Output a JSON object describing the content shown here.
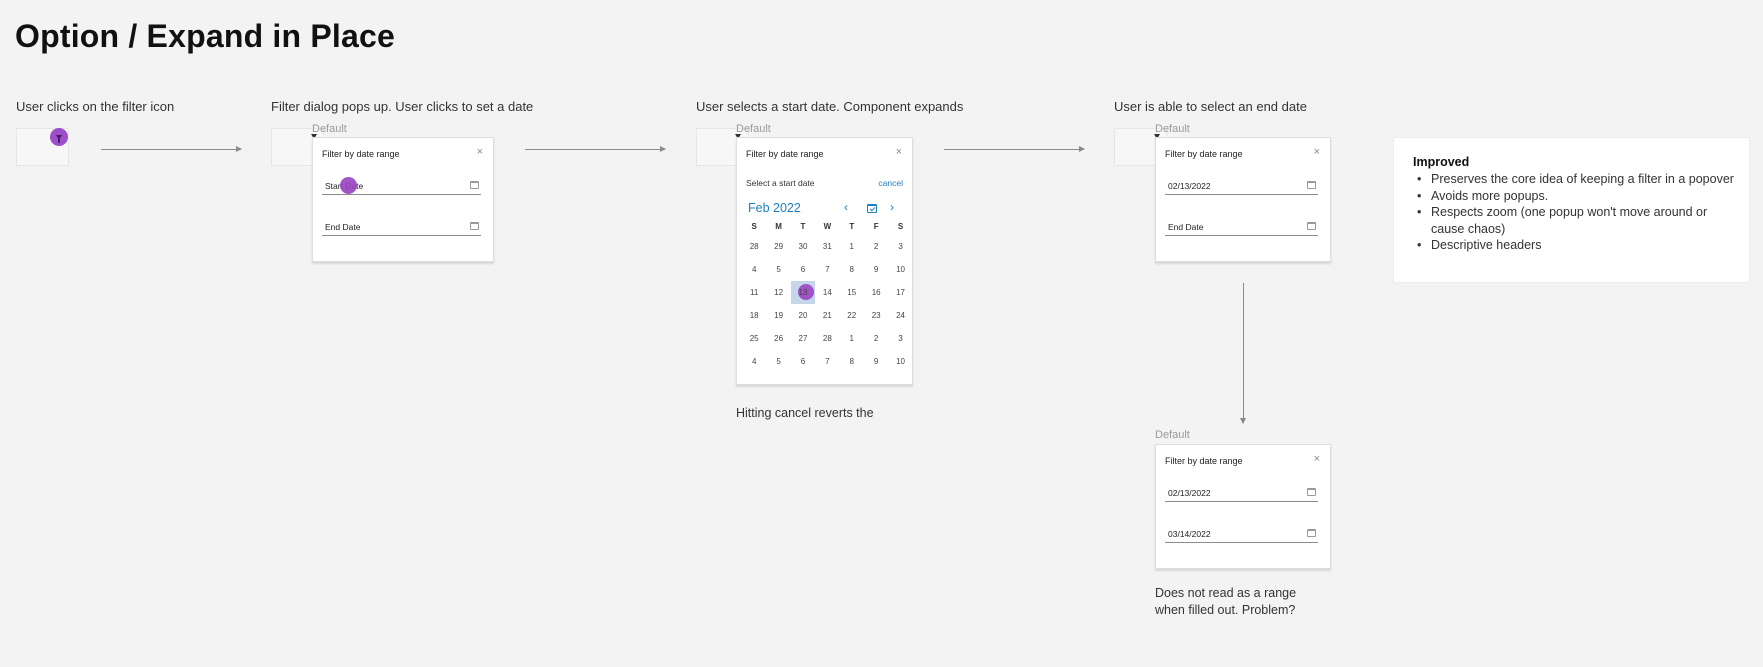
{
  "title": "Option / Expand in Place",
  "steps": [
    {
      "caption": "User clicks on the filter icon"
    },
    {
      "caption": "Filter dialog pops up. User clicks to set a date"
    },
    {
      "caption": "User selects a start date. Component expands"
    },
    {
      "caption": "User is able to select an end date"
    }
  ],
  "default_label": "Default",
  "dialog_title": "Filter by date range",
  "close_glyph": "×",
  "start_placeholder": "Start Date",
  "end_placeholder": "End Date",
  "calendar": {
    "prompt": "Select a start date",
    "cancel": "cancel",
    "month": "Feb",
    "year": "2022",
    "prev": "‹",
    "next": "›",
    "weekdays": [
      "S",
      "M",
      "T",
      "W",
      "T",
      "F",
      "S"
    ],
    "weeks": [
      [
        "28",
        "29",
        "30",
        "31",
        "1",
        "2",
        "3"
      ],
      [
        "4",
        "5",
        "6",
        "7",
        "8",
        "9",
        "10"
      ],
      [
        "11",
        "12",
        "13",
        "14",
        "15",
        "16",
        "17"
      ],
      [
        "18",
        "19",
        "20",
        "21",
        "22",
        "23",
        "24"
      ],
      [
        "25",
        "26",
        "27",
        "28",
        "1",
        "2",
        "3"
      ],
      [
        "4",
        "5",
        "6",
        "7",
        "8",
        "9",
        "10"
      ]
    ],
    "selected_day": "13"
  },
  "filled": {
    "start": "02/13/2022",
    "end_empty": "End Date",
    "end": "03/14/2022"
  },
  "notes": {
    "cancel_note": "Hitting cancel reverts the",
    "range_note_line1": "Does not read as a range",
    "range_note_line2": "when filled out. Problem?"
  },
  "improved": {
    "heading": "Improved",
    "items": [
      "Preserves the core idea of keeping a filter in a popover",
      "Avoids more popups.",
      "Respects zoom (one popup won't move around or cause chaos)",
      "Descriptive headers"
    ]
  },
  "colors": {
    "background": "#f3f3f3",
    "accent_blue": "#1d7fc0",
    "cursor_purple": "#9a45c2",
    "selected_day_bg": "#c5d5ea"
  }
}
